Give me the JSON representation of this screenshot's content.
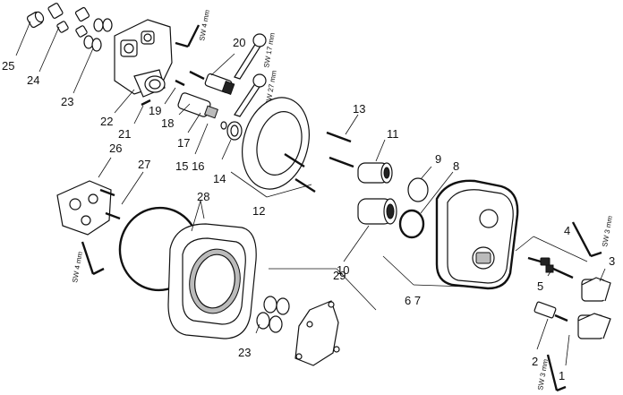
{
  "labels": {
    "l1": "1",
    "l2": "2",
    "l3": "3",
    "l4": "4",
    "l5": "5",
    "l67": "6 7",
    "l8": "8",
    "l9": "9",
    "l10": "10",
    "l11": "11",
    "l12": "12",
    "l13": "13",
    "l14": "14",
    "l1516": "15 16",
    "l17": "17",
    "l18": "18",
    "l19": "19",
    "l20": "20",
    "l21": "21",
    "l22": "22",
    "l23a": "23",
    "l23b": "23",
    "l24": "24",
    "l25": "25",
    "l26": "26",
    "l27": "27",
    "l28": "28",
    "l29": "29"
  },
  "tool_labels": {
    "sw4_top": "SW 4 mm",
    "sw17": "SW 17 mm",
    "sw27": "SW 27 mm",
    "sw4_left": "SW 4 mm",
    "sw3_right": "SW 3 mm",
    "sw3_bottom": "SW 3 mm"
  }
}
